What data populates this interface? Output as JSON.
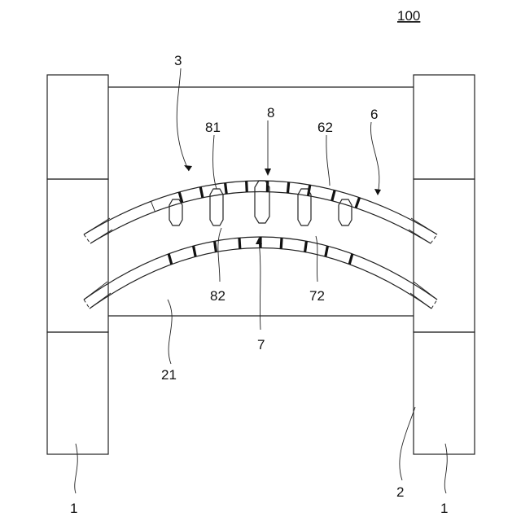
{
  "figure": {
    "title": "100",
    "labels": {
      "l3": "3",
      "l8": "8",
      "l81": "81",
      "l62": "62",
      "l6": "6",
      "l82": "82",
      "l72": "72",
      "l7": "7",
      "l21": "21",
      "l2": "2",
      "l1a": "1",
      "l1b": "1"
    }
  }
}
